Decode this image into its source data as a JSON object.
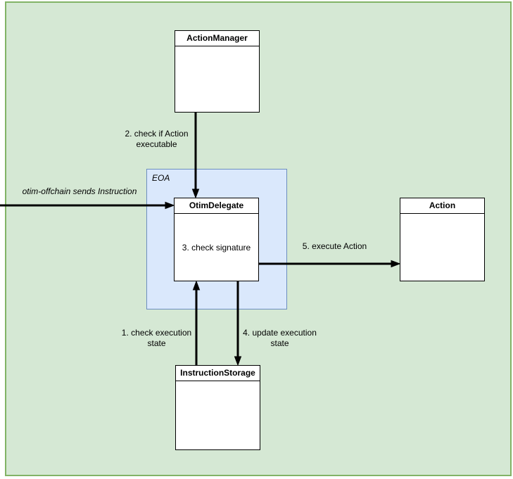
{
  "diagram": {
    "background": {
      "fill": "#d5e8d4",
      "stroke": "#82b366"
    },
    "eoa": {
      "label": "EOA",
      "fill": "#dae8fc",
      "stroke": "#6c8ebf"
    },
    "nodes": [
      {
        "id": "action-manager",
        "title": "ActionManager",
        "body": ""
      },
      {
        "id": "otim-delegate",
        "title": "OtimDelegate",
        "body": "3. check signature"
      },
      {
        "id": "action",
        "title": "Action",
        "body": ""
      },
      {
        "id": "instruction-storage",
        "title": "InstructionStorage",
        "body": ""
      }
    ],
    "edges": [
      {
        "id": "send-instruction",
        "label": "otim-offchain sends Instruction",
        "from": "offchain",
        "to": "OtimDelegate",
        "direction": "right"
      },
      {
        "id": "check-if-action-executable",
        "label": "2. check if Action\nexecutable",
        "from": "ActionManager",
        "to": "OtimDelegate",
        "direction": "down"
      },
      {
        "id": "check-execution-state",
        "label": "1. check execution\nstate",
        "from": "InstructionStorage",
        "to": "OtimDelegate",
        "direction": "up"
      },
      {
        "id": "update-execution-state",
        "label": "4. update execution\nstate",
        "from": "OtimDelegate",
        "to": "InstructionStorage",
        "direction": "down"
      },
      {
        "id": "execute-action",
        "label": "5. execute Action",
        "from": "OtimDelegate",
        "to": "Action",
        "direction": "right"
      }
    ]
  }
}
